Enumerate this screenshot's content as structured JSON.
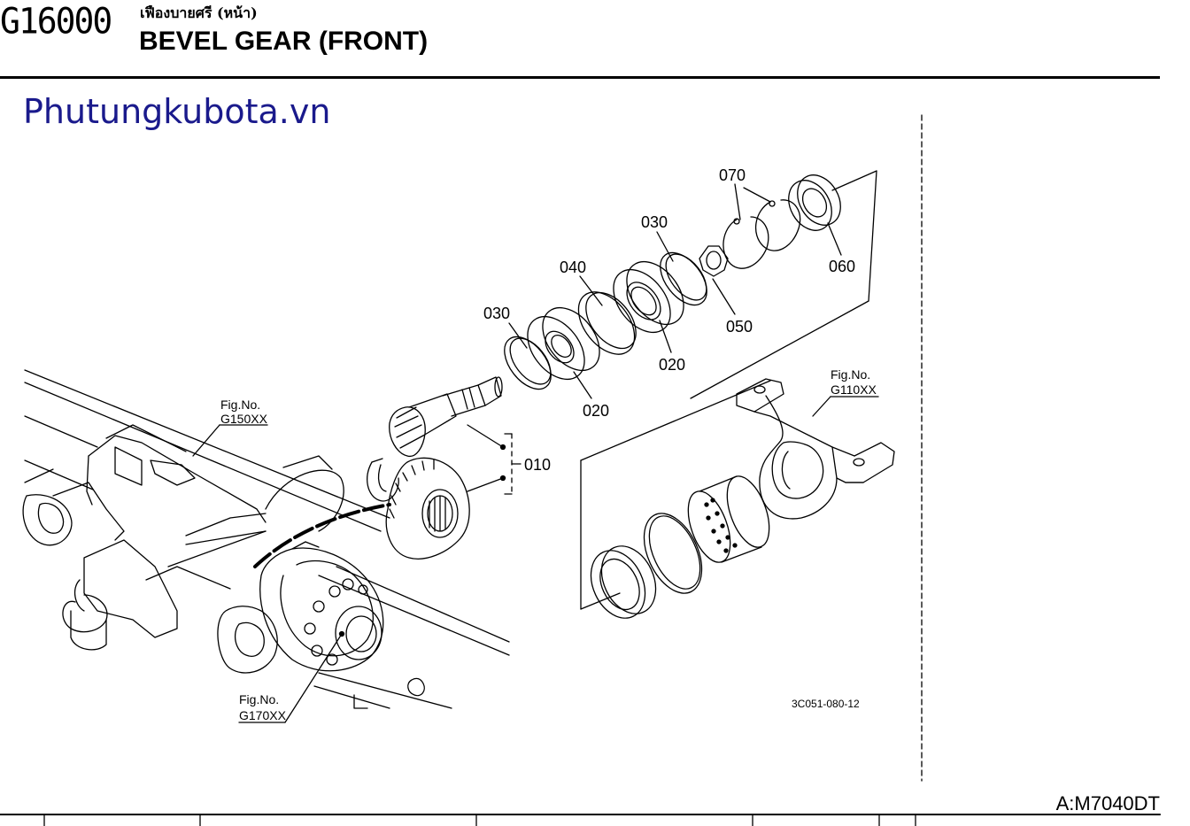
{
  "header": {
    "code": "G16000",
    "title_thai": "เฟืองบายศรี (หน้า)",
    "title": "BEVEL GEAR (FRONT)"
  },
  "watermark": "Phutungkubota.vn",
  "model_code": "A:M7040DT",
  "diagram": {
    "drawing_number": "3C051-080-12",
    "part_labels": {
      "p010": "010",
      "p020a": "020",
      "p020b": "020",
      "p030a": "030",
      "p030b": "030",
      "p040": "040",
      "p050": "050",
      "p060": "060",
      "p070": "070"
    },
    "fig_refs": {
      "g150": {
        "caption": "Fig.No.",
        "code": "G150XX"
      },
      "g110": {
        "caption": "Fig.No.",
        "code": "G110XX"
      },
      "g170": {
        "caption": "Fig.No.",
        "code": "G170XX"
      }
    }
  }
}
